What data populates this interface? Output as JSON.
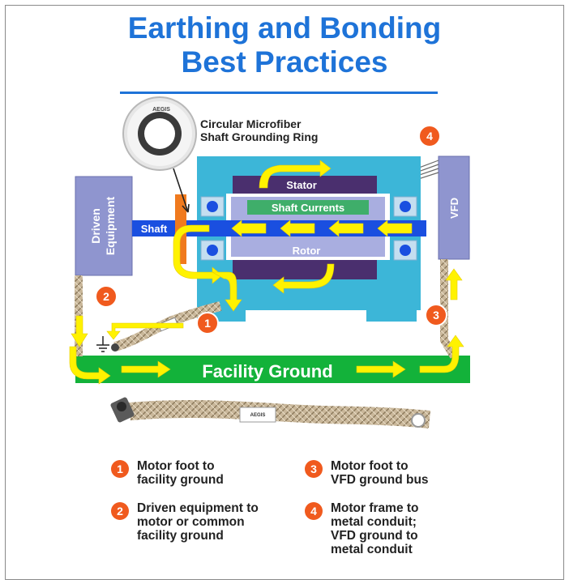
{
  "title": {
    "line1": "Earthing and Bonding",
    "line2": "Best Practices"
  },
  "ring_callout": {
    "line1": "Circular Microfiber",
    "line2": "Shaft Grounding Ring",
    "brand": "AEGIS"
  },
  "diagram": {
    "stator": "Stator",
    "shaft_currents": "Shaft Currents",
    "rotor": "Rotor",
    "shaft": "Shaft",
    "driven_equipment_line1": "Driven",
    "driven_equipment_line2": "Equipment",
    "vfd": "VFD",
    "facility_ground": "Facility Ground",
    "strap_brand": "AEGIS"
  },
  "badges": [
    "1",
    "2",
    "3",
    "4"
  ],
  "legend": [
    {
      "number": "1",
      "text": "Motor foot to\nfacility ground"
    },
    {
      "number": "2",
      "text": "Driven equipment to\nmotor or common\nfacility ground"
    },
    {
      "number": "3",
      "text": "Motor foot to\nVFD ground bus"
    },
    {
      "number": "4",
      "text": "Motor frame to\nmetal conduit;\nVFD ground to\nmetal conduit"
    }
  ],
  "colors": {
    "title_blue": "#1e73d8",
    "motor_frame": "#3cb6d8",
    "stator": "#4a2f6e",
    "rotor": "#a9aee0",
    "shaft": "#1a4fe0",
    "current_green": "#3fae6a",
    "equipment": "#8f95cf",
    "ground": "#13b23a",
    "arrow": "#fff200",
    "badge": "#f05a1e"
  }
}
